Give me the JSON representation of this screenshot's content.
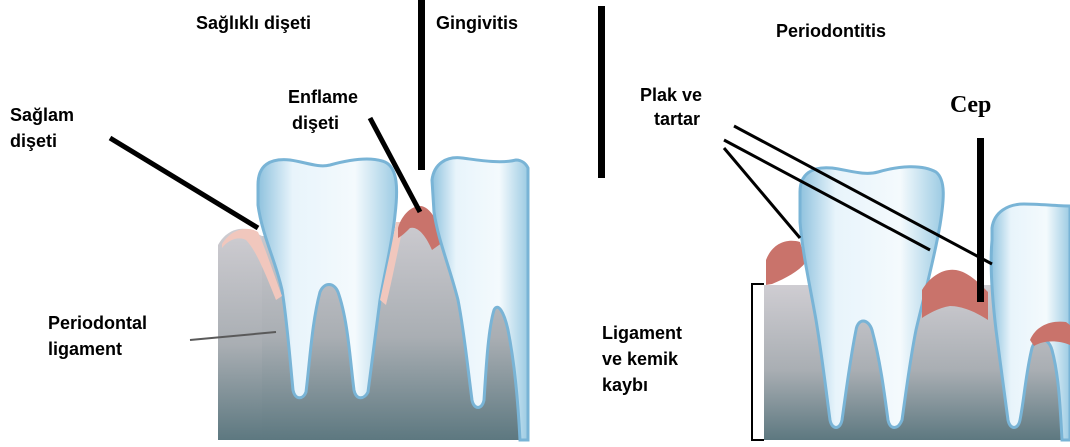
{
  "headers": {
    "healthy": "Sağlıklı dişeti",
    "gingivitis": "Gingivitis",
    "periodontitis": "Periodontitis"
  },
  "labels": {
    "healthy_gum_line1": "Sağlam",
    "healthy_gum_line2": "dişeti",
    "inflamed_gum_line1": "Enflame",
    "inflamed_gum_line2": "dişeti",
    "periodontal_ligament_line1": "Periodontal",
    "periodontal_ligament_line2": "ligament",
    "plaque_line1": "Plak ve",
    "plaque_line2": "tartar",
    "pocket": "Cep",
    "loss_line1": "Ligament",
    "loss_line2": "ve kemik",
    "loss_line3": "kaybı"
  },
  "colors": {
    "tooth_fill": "#e4f1fb",
    "tooth_edge": "#79b4d6",
    "gum_healthy": "#f1c7bd",
    "gum_inflamed": "#c9736b",
    "bone_top": "#c9c9cd",
    "bone_bottom": "#5f7b84"
  }
}
